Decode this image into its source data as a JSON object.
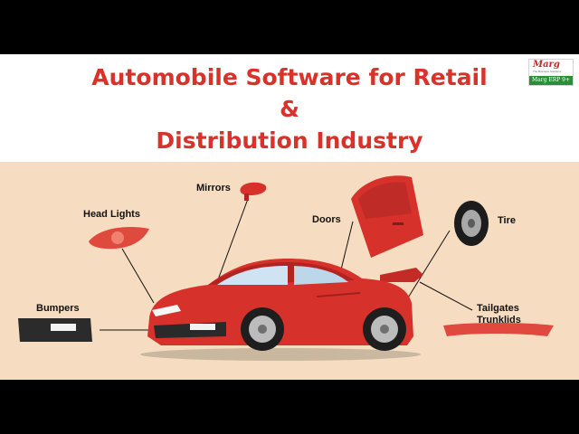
{
  "heading": {
    "line1": "Automobile Software for Retail",
    "line2": "&",
    "line3": "Distribution Industry"
  },
  "logo": {
    "brand": "Marg",
    "tagline": "The Business Solutions",
    "product": "Marg ERP 9+"
  },
  "parts": {
    "mirrors": "Mirrors",
    "head_lights": "Head Lights",
    "doors": "Doors",
    "tire": "Tire",
    "bumpers": "Bumpers",
    "tailgates": "Tailgates",
    "trunklids": "Trunklids"
  },
  "colors": {
    "title": "#d8322b",
    "band": "#f6dcc0",
    "car_body": "#d6312a",
    "logo_bar": "#2d8b3c"
  }
}
